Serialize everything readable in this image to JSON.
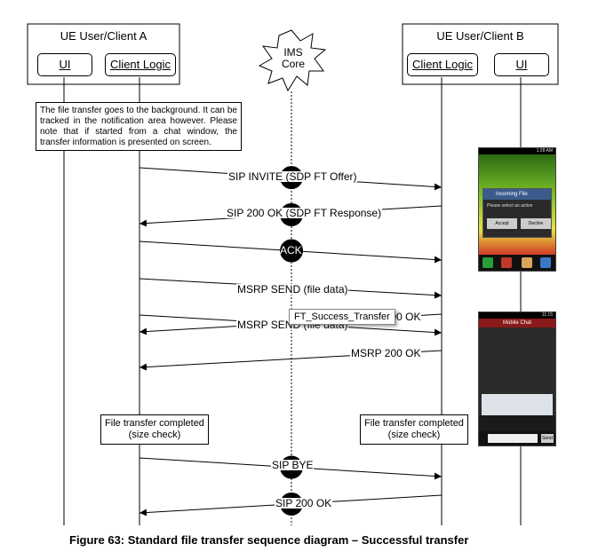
{
  "actors": {
    "client_a": {
      "title": "UE User/Client A",
      "ui": "UI",
      "logic": "Client Logic"
    },
    "ims": {
      "label": "IMS\nCore"
    },
    "client_b": {
      "title": "UE User/Client B",
      "logic": "Client Logic",
      "ui": "UI"
    }
  },
  "notes": {
    "a_background": "The file transfer goes to the background. It can be tracked in the notification area however. Please note that if started from a chat window, the transfer information is presented on screen.",
    "a_completed": "File transfer completed\n(size check)",
    "b_completed": "File transfer completed\n(size check)"
  },
  "messages": [
    {
      "label": "SIP INVITE (SDP FT Offer)"
    },
    {
      "label": "SIP 200 OK (SDP FT Response)"
    },
    {
      "label": "ACK"
    },
    {
      "label": "MSRP SEND (file data)"
    },
    {
      "label": "MSRP 200 OK"
    },
    {
      "label": "MSRP SEND (file data)"
    },
    {
      "label": "MSRP 200 OK"
    },
    {
      "label": "SIP BYE"
    },
    {
      "label": "SIP 200 OK"
    }
  ],
  "tooltip": "FT_Success_Transfer",
  "phone_incoming": {
    "time": "1:28 AM",
    "dialog_title": "Incoming File",
    "dialog_text": "Please select an action",
    "accept": "Accept",
    "decline": "Decline"
  },
  "phone_chat": {
    "time": "11:15",
    "title": "Mobile Chat",
    "send": "Send"
  },
  "caption": "Figure 63: Standard file transfer sequence diagram – Successful transfer",
  "colors": {
    "line": "#000000",
    "lifeline": "#000000",
    "burst_fill": "#000000"
  }
}
